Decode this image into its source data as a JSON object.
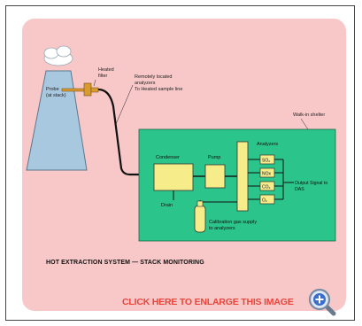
{
  "diagram": {
    "probe_label": [
      "Probe",
      "(at stack)"
    ],
    "heated_filter_label": [
      "Heated",
      "filter"
    ],
    "remote_label": [
      "Remotely located",
      "analyzers",
      "To Heated sample line"
    ],
    "walkin_label": "Walk-in shelter",
    "condenser_label": "Condenser",
    "drain_label": "Drain",
    "pump_label": "Pump",
    "analyzers_label": "Analyzers",
    "analyzer_items": [
      "SO₂",
      "NOx",
      "CO₂",
      "O₂"
    ],
    "output_label": [
      "Output Signal to",
      "DAS"
    ],
    "calibration_label": [
      "Calibration gas supply",
      "to analyzers"
    ]
  },
  "caption": "HOT EXTRACTION SYSTEM — STACK MONITORING",
  "enlarge_text": "CLICK HERE TO ENLARGE THIS IMAGE",
  "colors": {
    "background": "#f8c8c8",
    "shelter": "#2bc48a",
    "box": "#f6ec8a",
    "stack": "#a8c8e0",
    "accent": "#e8463c"
  },
  "icons": {
    "zoom": "magnifier-plus-icon"
  }
}
